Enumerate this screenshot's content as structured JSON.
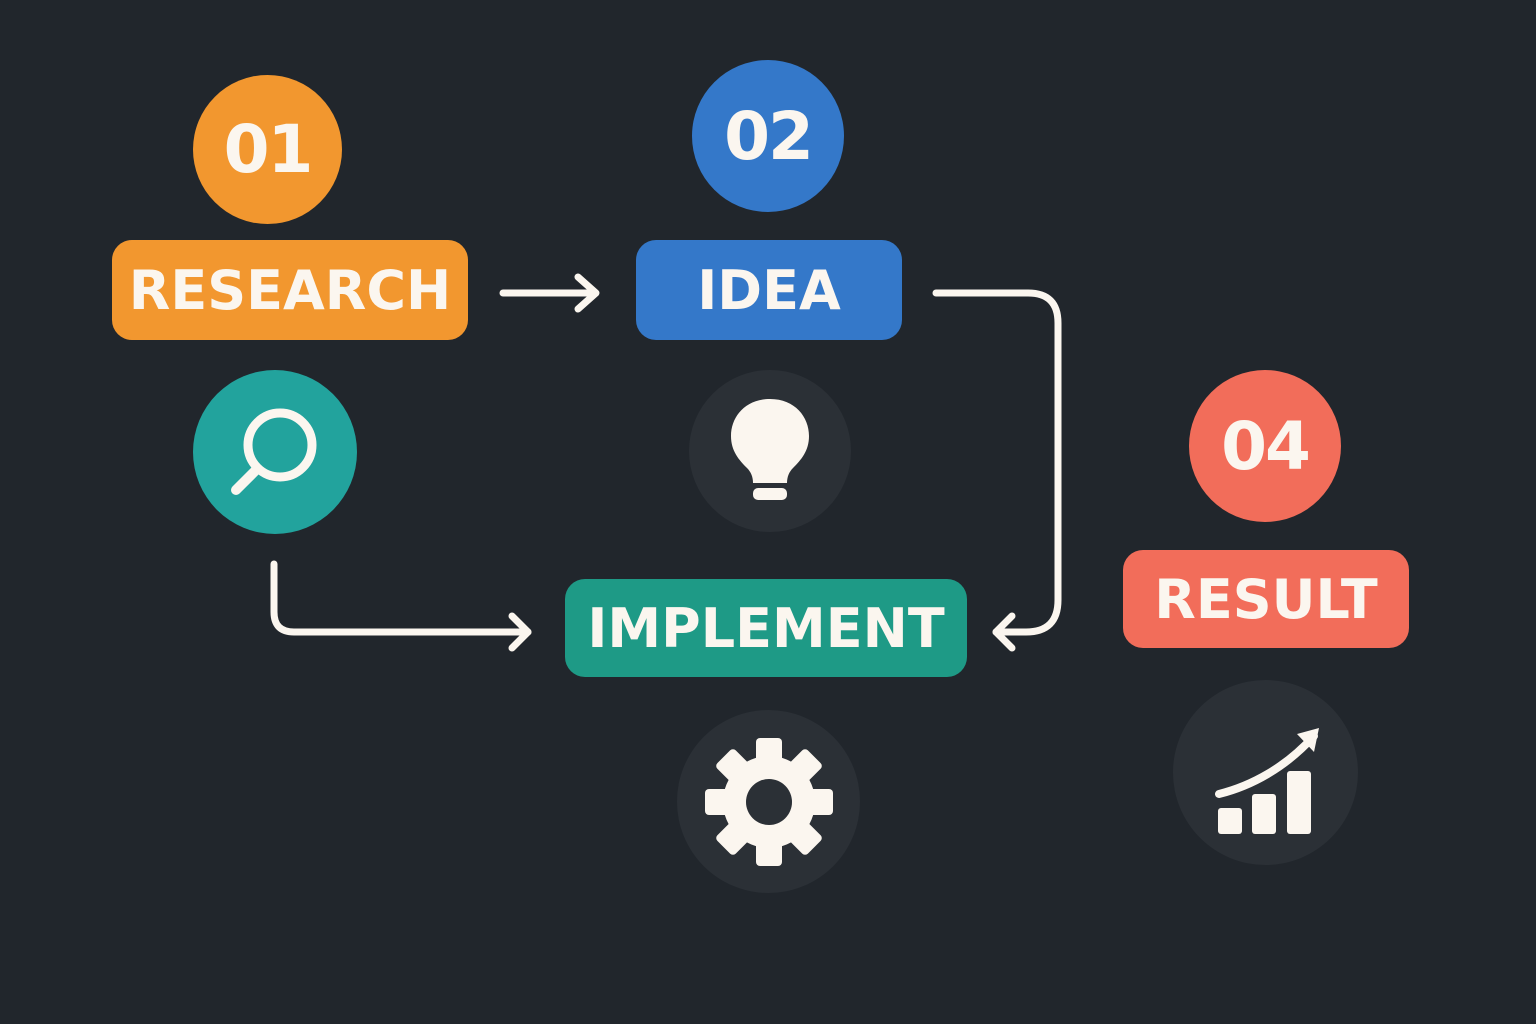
{
  "steps": {
    "research": {
      "number": "01",
      "label": "RESEARCH",
      "color": "#f2972f",
      "icon": "magnifier-icon",
      "icon_bg": "#22a39d"
    },
    "idea": {
      "number": "02",
      "label": "IDEA",
      "color": "#3478c9",
      "icon": "lightbulb-icon",
      "icon_bg": "#2b3036"
    },
    "implement": {
      "label": "IMPLEMENT",
      "color": "#1e9a86",
      "icon": "gear-icon",
      "icon_bg": "#2b3036"
    },
    "result": {
      "number": "04",
      "label": "RESULT",
      "color": "#f26d5a",
      "icon": "growth-chart-icon",
      "icon_bg": "#2b3036"
    }
  },
  "colors": {
    "background": "#21262c",
    "connector": "#fbf6ef",
    "icon_fill": "#fbf6ef"
  },
  "connectors": [
    {
      "from": "research",
      "to": "idea"
    },
    {
      "from": "idea",
      "to": "implement"
    },
    {
      "from": "research",
      "to": "implement"
    }
  ]
}
